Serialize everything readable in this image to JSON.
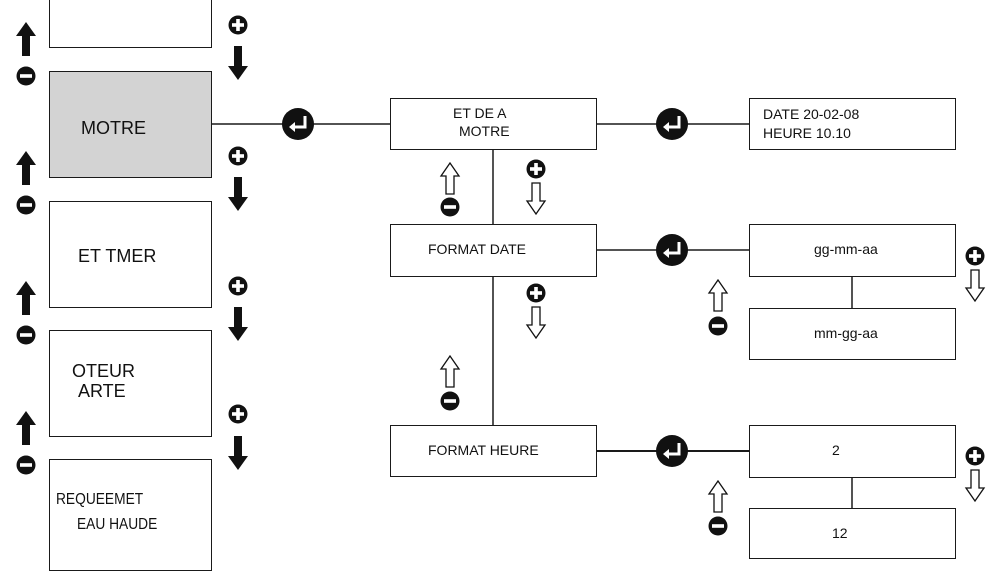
{
  "menu": {
    "items": [
      {
        "id": "top",
        "lines": [
          "",
          ""
        ]
      },
      {
        "id": "clock",
        "lines": [
          "MOTRE"
        ],
        "selected": true
      },
      {
        "id": "timer",
        "lines": [
          "ET TMER"
        ]
      },
      {
        "id": "meter",
        "lines": [
          "OTEUR",
          "ARTE"
        ]
      },
      {
        "id": "hotwater",
        "lines": [
          "REQUEEMET",
          "EAU HAUDE"
        ]
      }
    ]
  },
  "submenu": {
    "set_clock": {
      "lines": [
        "ET DE A",
        "MOTRE"
      ]
    },
    "date_format": {
      "label": "FORMAT DATE"
    },
    "time_format": {
      "label": "FORMAT HEURE"
    }
  },
  "values": {
    "clock_display": {
      "lines": [
        "DATE 20-02-08",
        "HEURE 10.10"
      ]
    },
    "date_format_options": [
      "gg-mm-aa",
      "mm-gg-aa"
    ],
    "time_format_options": [
      "2",
      "12"
    ]
  },
  "colors": {
    "selected_fill": "#d3d3d3",
    "line": "#1a1a1a"
  },
  "icons": {
    "enter": "enter-icon",
    "plus": "plus-icon",
    "minus": "minus-icon",
    "up": "arrow-up-icon",
    "down": "arrow-down-icon"
  }
}
